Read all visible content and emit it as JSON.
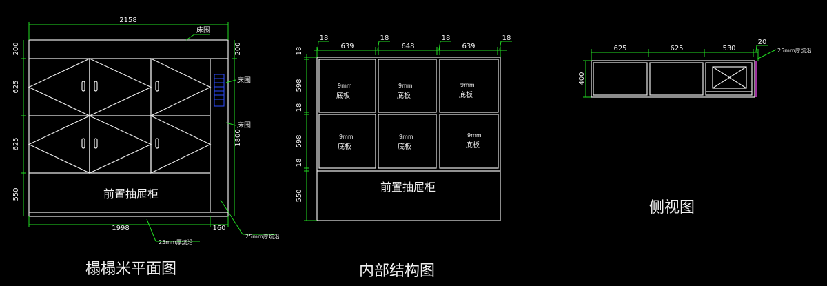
{
  "colors": {
    "background": "#000000",
    "linework": "#e8e8e8",
    "dimension": "#22dd22",
    "edge_highlight": "#d040d0",
    "rail": "#2b4cff"
  },
  "plan": {
    "title": "榻榻米平面图",
    "dim_top": "2158",
    "dim_bottom_left": "1998",
    "dim_bottom_right": "160",
    "dim_left": [
      "200",
      "625",
      "625",
      "550"
    ],
    "dim_right": [
      "200",
      "1800"
    ],
    "callouts": [
      "床围",
      "床围",
      "床围",
      "25mm厚炕沿",
      "25mm厚炕沿"
    ],
    "drawer_label": "前置抽屉柜"
  },
  "interior": {
    "title": "内部结构图",
    "dim_top": [
      "18",
      "639",
      "18",
      "648",
      "18",
      "639",
      "18"
    ],
    "dim_left": [
      "18",
      "598",
      "18",
      "598",
      "18",
      "550"
    ],
    "cells": [
      {
        "thick": "9mm",
        "label": "底板"
      },
      {
        "thick": "9mm",
        "label": "底板"
      },
      {
        "thick": "9mm",
        "label": "底板"
      },
      {
        "thick": "9mm",
        "label": "底板"
      },
      {
        "thick": "9mm",
        "label": "底板"
      },
      {
        "thick": "9mm",
        "label": "底板"
      }
    ],
    "drawer_label": "前置抽屉柜"
  },
  "side": {
    "title": "侧视图",
    "dim_top": [
      "625",
      "625",
      "530",
      "20"
    ],
    "dim_left": "400",
    "callout": "25mm厚炕沿"
  }
}
